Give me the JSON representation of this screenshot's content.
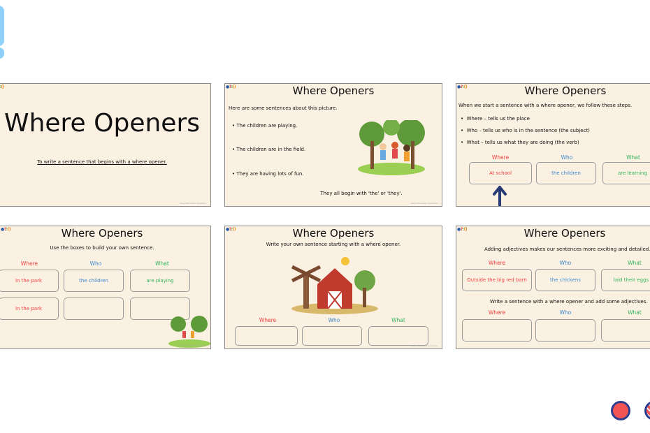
{
  "logo_text": "EASY EDUCATION",
  "footer": "Easy Education Solutions",
  "slides": [
    {
      "title": "Where Openers",
      "subtitle": "To write a sentence that begins with a where opener."
    },
    {
      "title": "Where Openers",
      "intro": "Here are some sentences about this picture.",
      "bullets": [
        "The children are playing.",
        "The children are in the field.",
        "They are having lots of fun."
      ],
      "closing": "They all begin with 'the' or 'they'."
    },
    {
      "title": "Where Openers",
      "intro": "When we start a sentence with a where opener, we follow these steps.",
      "bullets": [
        "Where – tells us the place",
        "Who – tells us who is in the sentence (the subject)",
        "What – tells us what they are doing (the verb)"
      ],
      "labels": [
        "Where",
        "Who",
        "What"
      ],
      "boxes": [
        "At school",
        "the children",
        "are learning"
      ]
    },
    {
      "title": "Where Openers",
      "intro": "Use the boxes to build your own sentence.",
      "labels": [
        "Where",
        "Who",
        "What"
      ],
      "row1": [
        "In the park",
        "the children",
        "are playing"
      ],
      "row2": [
        "In the park",
        "",
        ""
      ]
    },
    {
      "title": "Where Openers",
      "intro": "Write your own sentence starting with a where opener.",
      "labels": [
        "Where",
        "Who",
        "What"
      ]
    },
    {
      "title": "Where Openers",
      "intro": "Adding adjectives makes our sentences more exciting and detailed.",
      "labels": [
        "Where",
        "Who",
        "What"
      ],
      "boxes": [
        "Outside the big red barn",
        "the chickens",
        "laid their eggs"
      ],
      "prompt": "Write a sentence with a where opener and add some adjectives."
    }
  ]
}
